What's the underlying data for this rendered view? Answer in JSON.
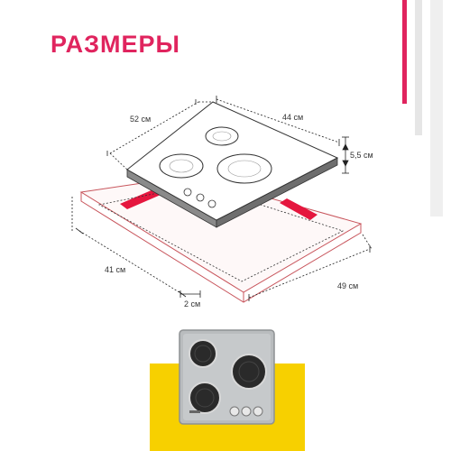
{
  "title": "РАЗМЕРЫ",
  "dimensions": {
    "depth_top": "52 см",
    "width_top": "44 см",
    "height": "5,5 см",
    "cutout_depth": "41 см",
    "cutout_width": "49 см",
    "edge_gap": "2 см"
  },
  "colors": {
    "accent": "#e0245e",
    "countertop_outline": "#c8555c",
    "cutout_fill": "#e5163e",
    "yellow_block": "#f7d000",
    "steel": "#b9bcbe"
  },
  "icons": {
    "hob": "cooktop-illustration",
    "photo": "hob-product-photo"
  }
}
